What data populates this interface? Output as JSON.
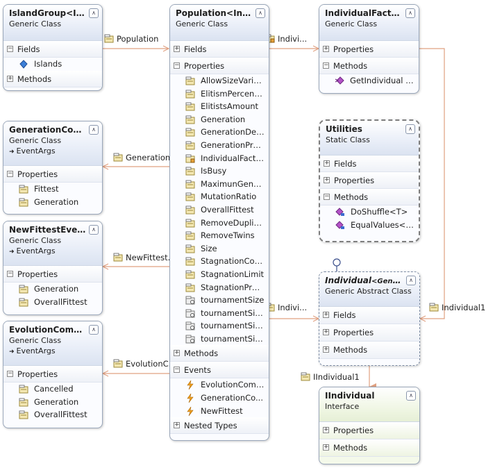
{
  "boxes": {
    "islandgroup": {
      "title": "IslandGroup<In...",
      "subtitle": "Generic Class",
      "fields_label": "Fields",
      "fields": [
        "Islands"
      ],
      "methods_label": "Methods"
    },
    "generationcompleted": {
      "title": "GenerationCom...",
      "subtitle": "Generic Class",
      "base": "EventArgs",
      "properties_label": "Properties",
      "properties": [
        "Fittest",
        "Generation"
      ]
    },
    "newfittest": {
      "title": "NewFittestEvent...",
      "subtitle": "Generic Class",
      "base": "EventArgs",
      "properties_label": "Properties",
      "properties": [
        "Generation",
        "OverallFittest"
      ]
    },
    "evolutioncompleted": {
      "title": "EvolutionCompl...",
      "subtitle": "Generic Class",
      "base": "EventArgs",
      "properties_label": "Properties",
      "properties": [
        "Cancelled",
        "Generation",
        "OverallFittest"
      ]
    },
    "population": {
      "title": "Population<Indi...",
      "subtitle": "Generic Class",
      "fields_label": "Fields",
      "properties_label": "Properties",
      "properties": [
        "AllowSizeVariat...",
        "ElitismPercenta...",
        "ElitistsAmount",
        "Generation",
        "GenerationDelay",
        "GenerationPro...",
        "IndividualFactory",
        "IsBusy",
        "MaximunGener...",
        "MutationRatio",
        "OverallFittest",
        "RemoveDuplica...",
        "RemoveTwins",
        "Size",
        "StagnationCount",
        "StagnationLimit",
        "StagnationProg...",
        "tournamentSize",
        "tournamentSiz...",
        "tournamentSiz...",
        "tournamentSiz..."
      ],
      "methods_label": "Methods",
      "events_label": "Events",
      "events": [
        "EvolutionComp...",
        "GenerationCo...",
        "NewFittest"
      ],
      "nested_label": "Nested Types"
    },
    "individualfactory": {
      "title": "IndividualFactor...",
      "subtitle": "Generic Class",
      "properties_label": "Properties",
      "methods_label": "Methods",
      "methods": [
        "GetIndividual (..."
      ]
    },
    "utilities": {
      "title": "Utilities",
      "subtitle": "Static Class",
      "fields_label": "Fields",
      "properties_label": "Properties",
      "methods_label": "Methods",
      "methods": [
        "DoShuffle<T>",
        "EqualValues<T>"
      ]
    },
    "individual": {
      "title_main": "Individual",
      "title_generic": "<GenoT...",
      "subtitle": "Generic Abstract Class",
      "fields_label": "Fields",
      "properties_label": "Properties",
      "methods_label": "Methods"
    },
    "iindividual": {
      "title": "IIndividual",
      "subtitle": "Interface",
      "properties_label": "Properties",
      "methods_label": "Methods"
    }
  },
  "connections": {
    "population": "Population",
    "generation": "Generation ...",
    "newfittest": "NewFittest...",
    "evolutionc": "EvolutionC...",
    "indivi_top": "Indivi...",
    "indivi_mid": "Indivi...",
    "individual1": "Individual1",
    "iindividual1": "IIndividual1"
  },
  "colors": {
    "association": "#e3a58a",
    "border": "#9aa7ba",
    "header": "#dbe3f1"
  }
}
